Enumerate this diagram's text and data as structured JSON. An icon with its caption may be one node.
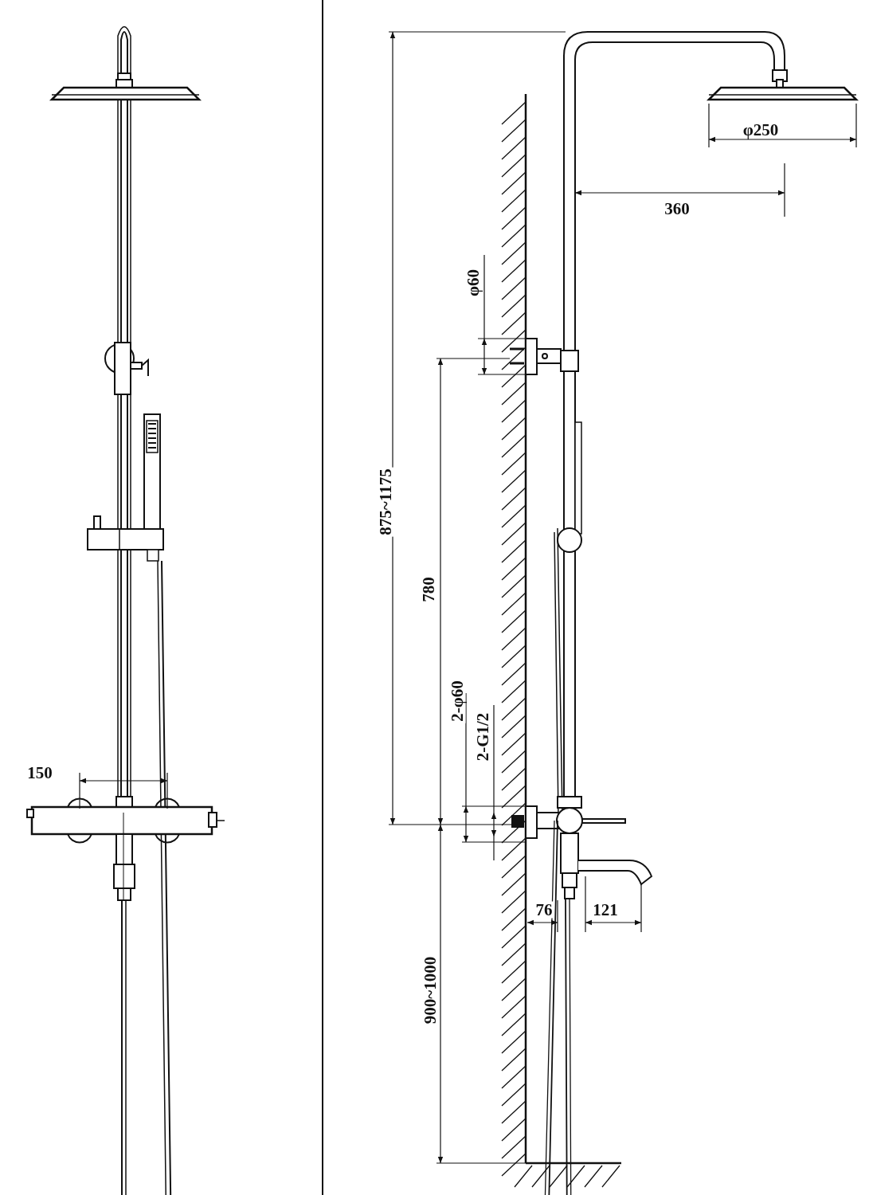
{
  "diagram": {
    "labels": [
      "φ250",
      "360",
      "φ60",
      "875~1175",
      "780",
      "2-φ60",
      "2-G1/2",
      "150",
      "76",
      "121",
      "900~1000"
    ]
  }
}
